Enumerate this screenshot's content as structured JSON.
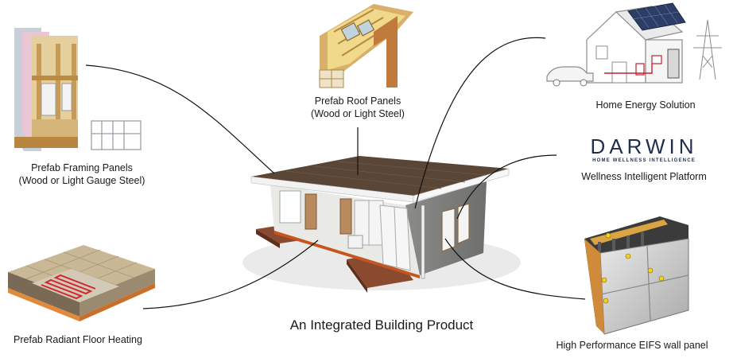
{
  "caption": "An Integrated Building Product",
  "components": {
    "framing": {
      "line1": "Prefab Framing Panels",
      "line2": "(Wood or Light  Gauge Steel)"
    },
    "roof": {
      "line1": "Prefab Roof Panels",
      "line2": "(Wood or Light Steel)"
    },
    "energy": {
      "line1": "Home Energy Solution"
    },
    "wellness": {
      "line1": "Wellness Intelligent Platform"
    },
    "floor": {
      "line1": "Prefab Radiant Floor Heating"
    },
    "eifs": {
      "line1": "High Performance EIFS wall panel"
    }
  },
  "logo": {
    "word": "DARWIN",
    "tagline": "HOME WELLNESS INTELLIGENCE"
  }
}
